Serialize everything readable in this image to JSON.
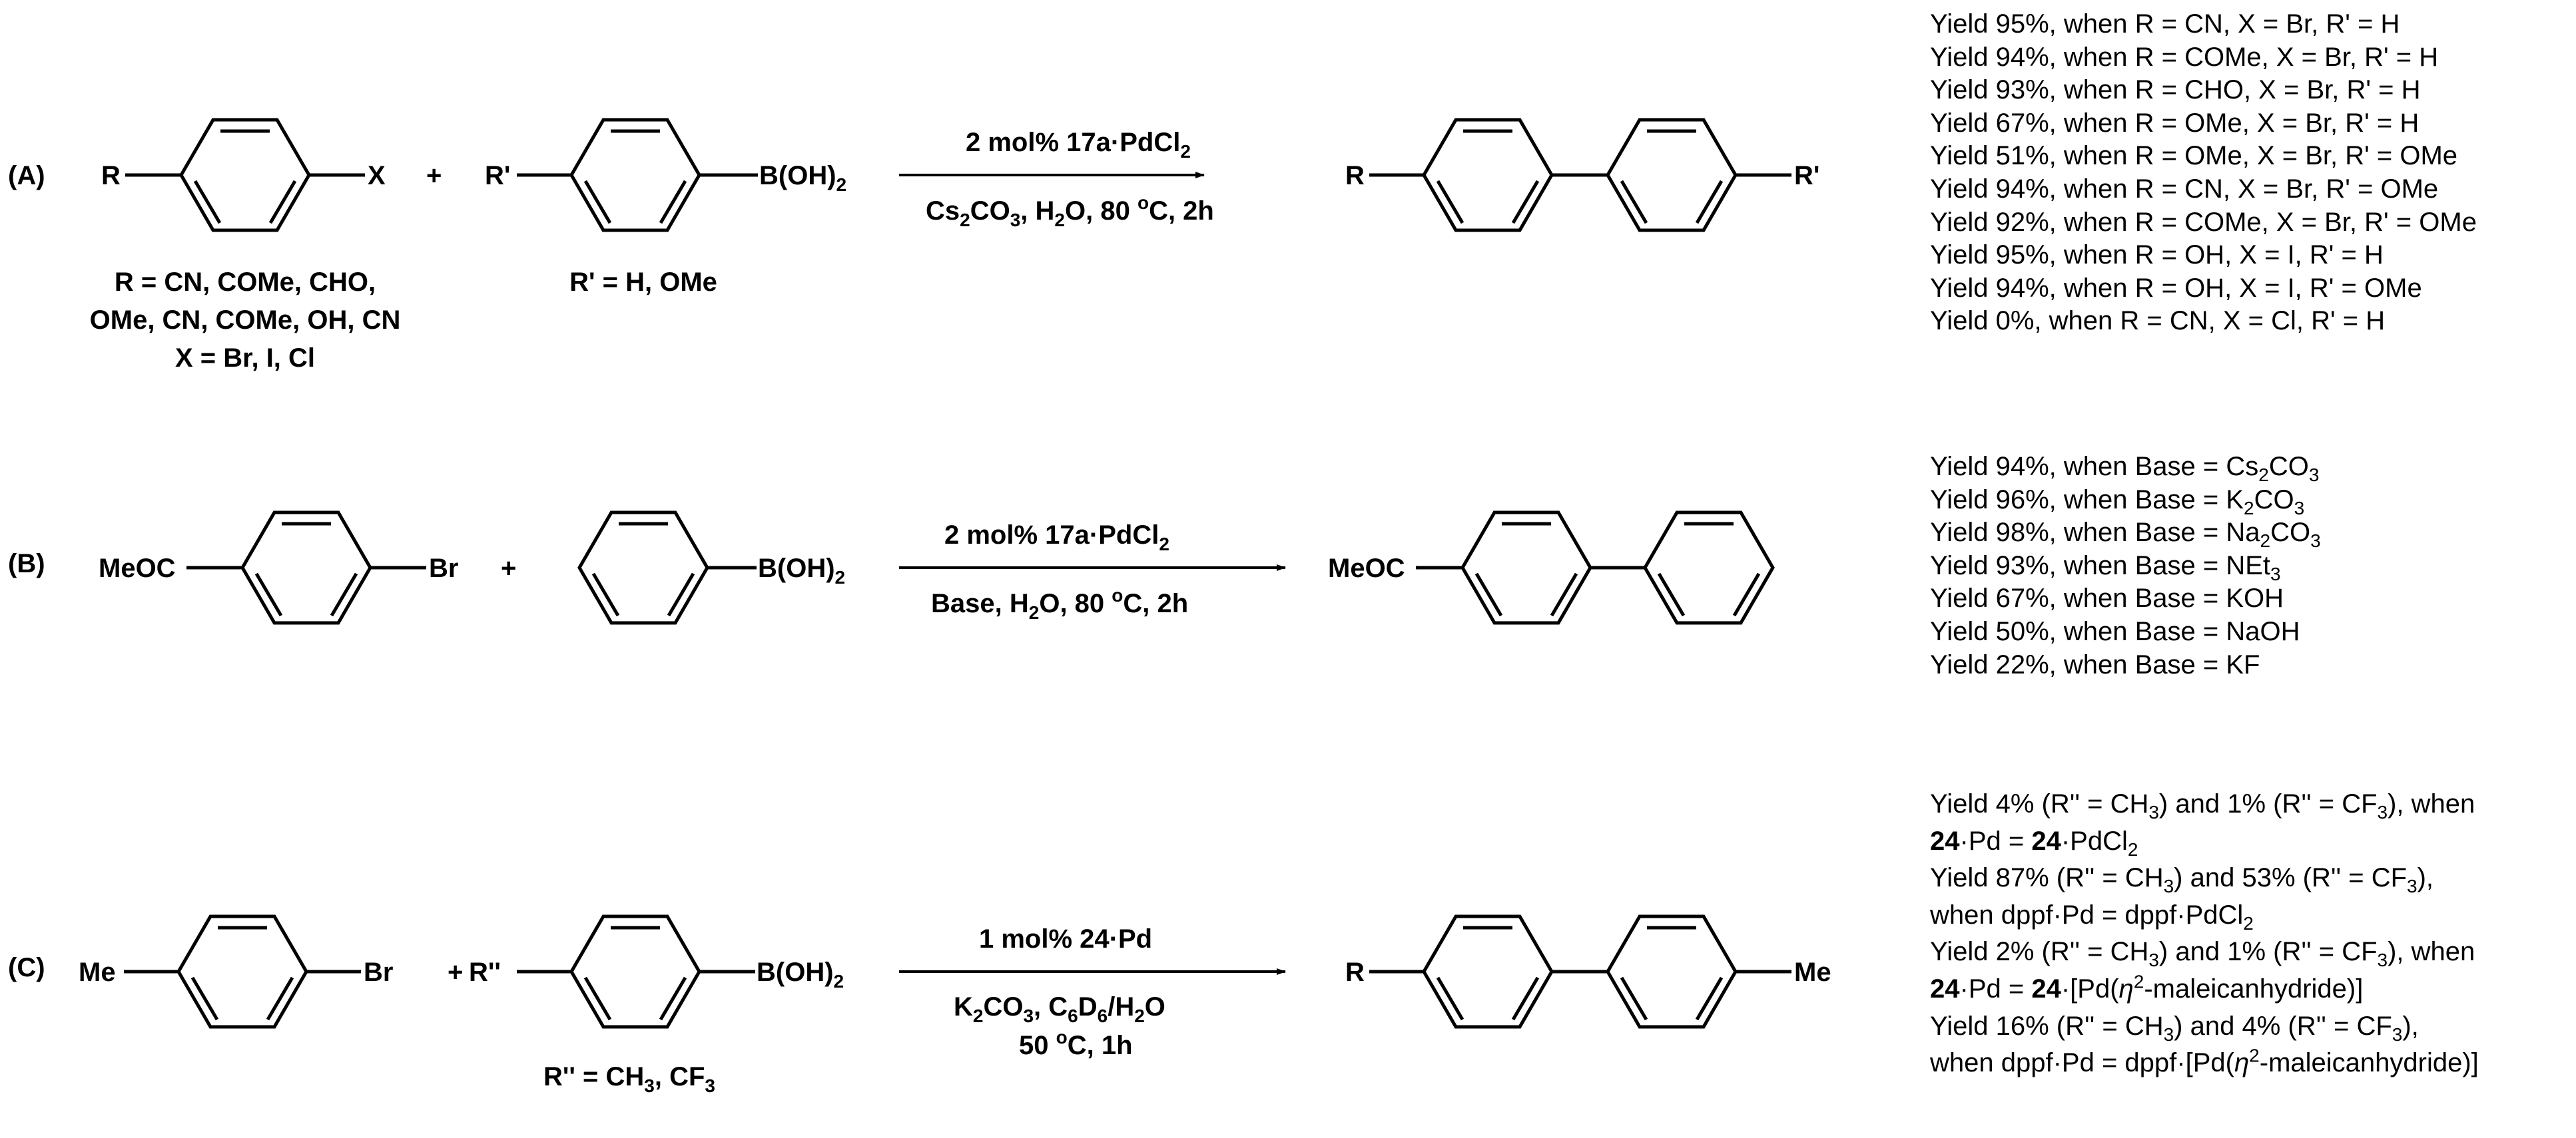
{
  "scheme_a": {
    "label": "(A)",
    "reactant1": {
      "left_group": "R",
      "right_group": "X"
    },
    "plus": "+",
    "reactant2": {
      "left_group": "R'",
      "right_group": "B(OH)",
      "right_group_sub": "2"
    },
    "conditions": {
      "line1": "2 mol% 17a·PdCl",
      "line1_sub": "2",
      "line2_p1": "Cs",
      "line2_sub1": "2",
      "line2_p2": "CO",
      "line2_sub2": "3",
      "line2_p3": ", H",
      "line2_sub3": "2",
      "line2_p4": "O, 80 ",
      "line2_sup": "o",
      "line2_p5": "C, 2h"
    },
    "product": {
      "left_group": "R",
      "right_group": "R'"
    },
    "note1_lines": [
      "R = CN, COMe, CHO,",
      "OMe, CN, COMe, OH, CN",
      "X = Br, I, Cl"
    ],
    "note2": "R' = H, OMe",
    "yields": [
      "Yield 95%, when R = CN, X = Br, R' = H",
      "Yield 94%, when R = COMe, X = Br, R' = H",
      "Yield 93%, when R = CHO, X = Br, R' = H",
      "Yield 67%, when R = OMe, X = Br, R' = H",
      "Yield 51%, when R = OMe, X = Br, R' = OMe",
      "Yield 94%, when R = CN, X = Br, R' = OMe",
      "Yield 92%, when R = COMe, X = Br, R' = OMe",
      "Yield 95%, when R = OH, X = I, R' = H",
      "Yield 94%, when R = OH, X = I, R' = OMe",
      "Yield 0%, when R = CN, X = Cl, R' = H"
    ]
  },
  "scheme_b": {
    "label": "(B)",
    "reactant1": {
      "left_group": "MeOC",
      "right_group": "Br"
    },
    "plus": "+",
    "reactant2": {
      "right_group": "B(OH)",
      "right_group_sub": "2"
    },
    "conditions": {
      "line1": "2 mol% 17a·PdCl",
      "line1_sub": "2",
      "line2_p1": "Base, H",
      "line2_sub1": "2",
      "line2_p2": "O, 80 ",
      "line2_sup": "o",
      "line2_p3": "C, 2h"
    },
    "product": {
      "left_group": "MeOC"
    },
    "yields": [
      {
        "prefix": "Yield 94%, when Base = Cs",
        "s1": "2",
        "mid": "CO",
        "s2": "3"
      },
      {
        "prefix": "Yield 96%, when Base = K",
        "s1": "2",
        "mid": "CO",
        "s2": "3"
      },
      {
        "prefix": "Yield 98%, when Base = Na",
        "s1": "2",
        "mid": "CO",
        "s2": "3"
      },
      {
        "prefix": "Yield 93%, when Base = NEt",
        "s1": "3",
        "mid": "",
        "s2": ""
      },
      {
        "prefix": "Yield 67%, when Base = KOH",
        "s1": "",
        "mid": "",
        "s2": ""
      },
      {
        "prefix": "Yield 50%, when Base = NaOH",
        "s1": "",
        "mid": "",
        "s2": ""
      },
      {
        "prefix": "Yield 22%, when Base = KF",
        "s1": "",
        "mid": "",
        "s2": ""
      }
    ]
  },
  "scheme_c": {
    "label": "(C)",
    "reactant1": {
      "left_group": "Me",
      "right_group": "Br"
    },
    "plus": "+",
    "reactant2": {
      "left_group": "R''",
      "right_group": "B(OH)",
      "right_group_sub": "2"
    },
    "conditions": {
      "line1": "1 mol% 24·Pd",
      "line2_p1": "K",
      "line2_sub1": "2",
      "line2_p2": "CO",
      "line2_sub2": "3",
      "line2_p3": ", C",
      "line2_sub3": "6",
      "line2_p4": "D",
      "line2_sub4": "6",
      "line2_p5": "/H",
      "line2_sub5": "2",
      "line2_p6": "O",
      "line3_p1": "50 ",
      "line3_sup": "o",
      "line3_p2": "C, 1h"
    },
    "product": {
      "left_group": "R",
      "right_group": "Me"
    },
    "note_p1": "R'' = CH",
    "note_s1": "3",
    "note_p2": ", CF",
    "note_s2": "3",
    "yields": {
      "l1_a": "Yield 4% (R'' = CH",
      "l1_s1": "3",
      "l1_b": ") and 1% (R'' = CF",
      "l1_s2": "3",
      "l1_c": "), when",
      "l2_bold1": "24",
      "l2_a": "·Pd = ",
      "l2_bold2": "24",
      "l2_b": "·PdCl",
      "l2_s": "2",
      "l3_a": "Yield 87% (R'' = CH",
      "l3_s1": "3",
      "l3_b": ") and 53% (R'' = CF",
      "l3_s2": "3",
      "l3_c": "),",
      "l4_a": "when dppf·Pd = dppf·PdCl",
      "l4_s": "2",
      "l5_a": "Yield 2% (R'' = CH",
      "l5_s1": "3",
      "l5_b": ") and 1% (R'' = CF",
      "l5_s2": "3",
      "l5_c": "), when",
      "l6_bold1": "24",
      "l6_a": "·Pd = ",
      "l6_bold2": "24",
      "l6_b": "·[Pd(",
      "l6_eta": "η",
      "l6_sup": "2",
      "l6_c": "-maleicanhydride)]",
      "l7_a": "Yield 16% (R'' = CH",
      "l7_s1": "3",
      "l7_b": ") and 4% (R'' = CF",
      "l7_s2": "3",
      "l7_c": "),",
      "l8_a": "when dppf·Pd = dppf·[Pd(",
      "l8_eta": "η",
      "l8_sup": "2",
      "l8_b": "-maleicanhydride)]"
    }
  }
}
